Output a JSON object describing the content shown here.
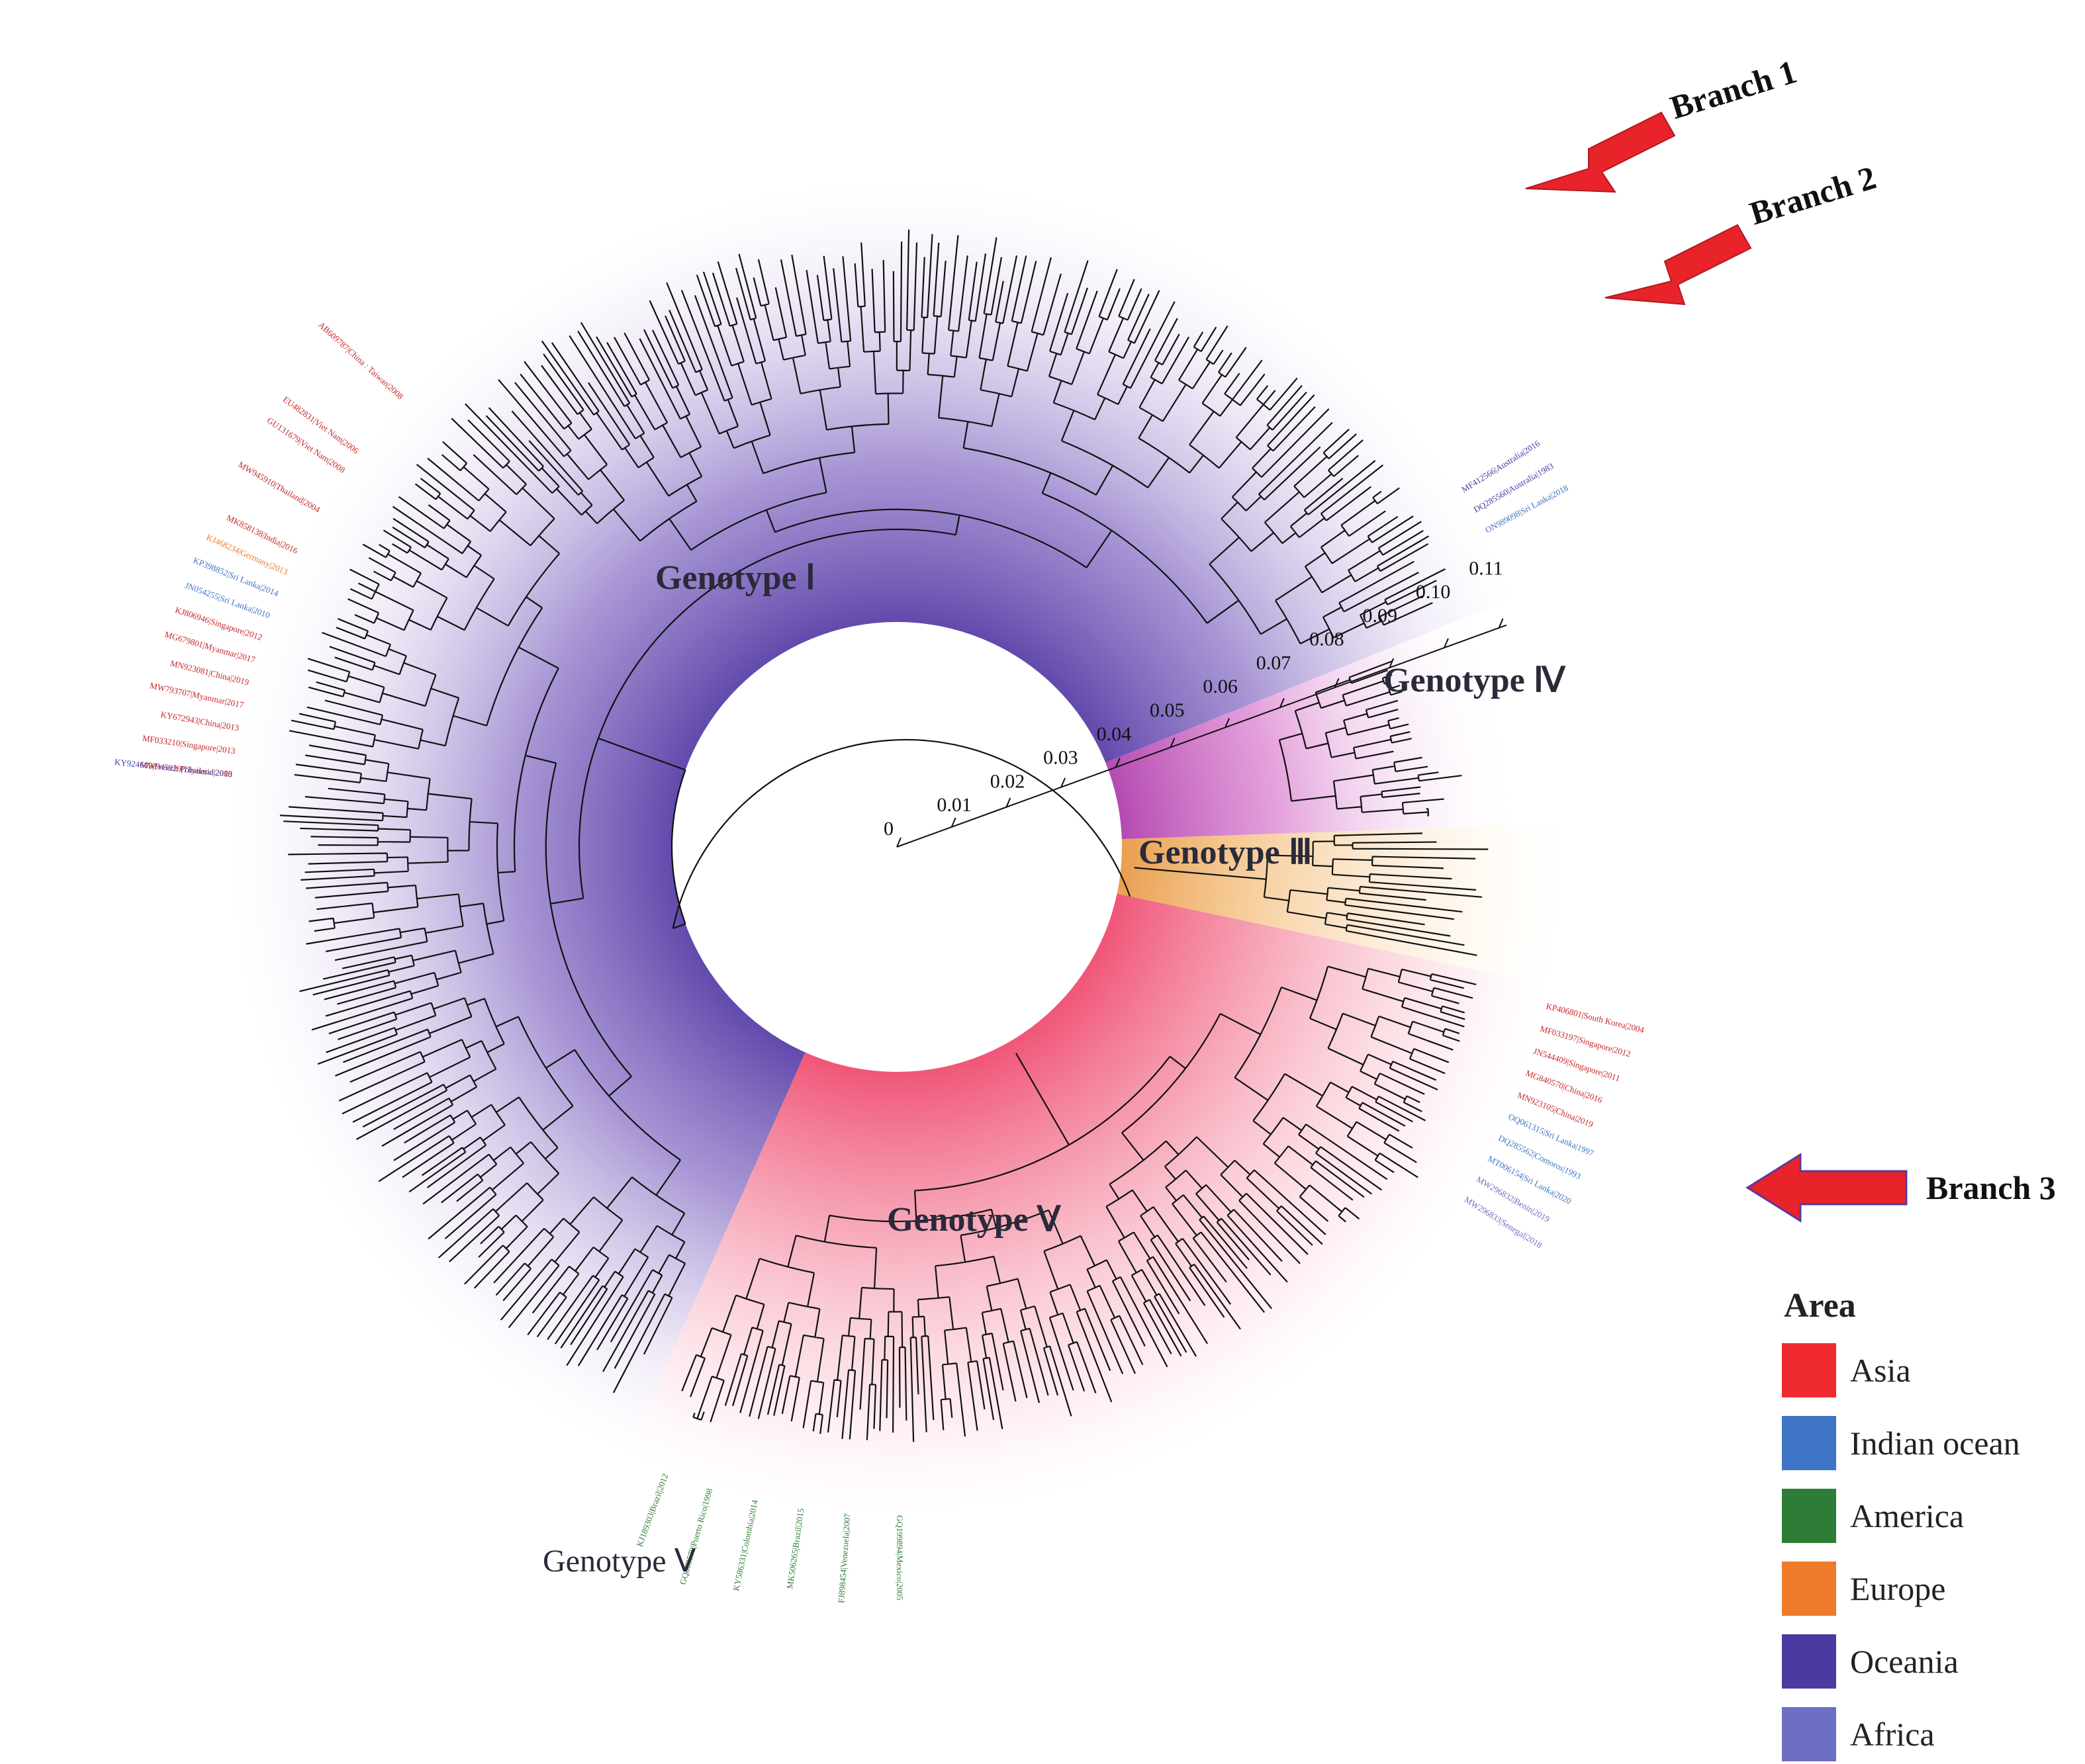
{
  "genotypes": [
    {
      "label": "Genotype Ⅰ"
    },
    {
      "label": "Genotype Ⅳ"
    },
    {
      "label": "Genotype Ⅲ"
    },
    {
      "label": "Genotype Ⅴ"
    },
    {
      "label": "Genotype Ⅴ"
    }
  ],
  "branches": [
    {
      "label": "Branch 1"
    },
    {
      "label": "Branch 2"
    },
    {
      "label": "Branch 3"
    }
  ],
  "scale_ticks": [
    "0",
    "0.01",
    "0.02",
    "0.03",
    "0.04",
    "0.05",
    "0.06",
    "0.07",
    "0.08",
    "0.09",
    "0.10",
    "0.11"
  ],
  "legend": {
    "title": "Area",
    "items": [
      {
        "label": "Asia",
        "color": "#ee2a2e"
      },
      {
        "label": "Indian ocean",
        "color": "#3f73c6"
      },
      {
        "label": "America",
        "color": "#2e7d36"
      },
      {
        "label": "Europe",
        "color": "#ee7a2a"
      },
      {
        "label": "Oceania",
        "color": "#4a3aa0"
      },
      {
        "label": "Africa",
        "color": "#6c6fc4"
      }
    ]
  },
  "sample_tip_labels": [
    {
      "text": "MW945929|Thailand|2006",
      "color": "#c62828"
    },
    {
      "text": "MF033210|Singapore|2013",
      "color": "#c62828"
    },
    {
      "text": "KY672943|China|2013",
      "color": "#c62828"
    },
    {
      "text": "MW793707|Myanmar|2017",
      "color": "#c62828"
    },
    {
      "text": "MN923081|China|2019",
      "color": "#c62828"
    },
    {
      "text": "MG679801|Myanmar|2017",
      "color": "#c62828"
    },
    {
      "text": "KJ806946|Singapore|2012",
      "color": "#c62828"
    },
    {
      "text": "JN054255|Sri Lanka|2010",
      "color": "#3f73c6"
    },
    {
      "text": "KP398852|Sri Lanka|2014",
      "color": "#3f73c6"
    },
    {
      "text": "KJ468234|Germany|2013",
      "color": "#ee7a2a"
    },
    {
      "text": "MK858138|India|2016",
      "color": "#c62828"
    },
    {
      "text": "MW945910|Thailand|2004",
      "color": "#c62828"
    },
    {
      "text": "GU131679|Viet Nam|2008",
      "color": "#c62828"
    },
    {
      "text": "EU482831|Viet Nam|2006",
      "color": "#c62828"
    },
    {
      "text": "AB609787|China : Taiwan|2008",
      "color": "#c62828"
    },
    {
      "text": "KJ189303|Brazil|2012",
      "color": "#2e7d36"
    },
    {
      "text": "GQ868570|Puerto Rico|1998",
      "color": "#2e7d36"
    },
    {
      "text": "KY586331|Colombia|2014",
      "color": "#2e7d36"
    },
    {
      "text": "MK506265|Brazil|2015",
      "color": "#2e7d36"
    },
    {
      "text": "FJ898454|Venezuela|2007",
      "color": "#2e7d36"
    },
    {
      "text": "GQ199894|Mexico|2005",
      "color": "#2e7d36"
    },
    {
      "text": "KP406801|South Korea|2004",
      "color": "#c62828"
    },
    {
      "text": "MF033197|Singapore|2012",
      "color": "#c62828"
    },
    {
      "text": "JN544409|Singapore|2011",
      "color": "#c62828"
    },
    {
      "text": "MG840570|China|2016",
      "color": "#c62828"
    },
    {
      "text": "MN923105|China|2019",
      "color": "#c62828"
    },
    {
      "text": "OQ061315|Sri Lanka|1997",
      "color": "#3f73c6"
    },
    {
      "text": "DQ285562|Comoros|1993",
      "color": "#3f73c6"
    },
    {
      "text": "MT006154|Sri Lanka|2020",
      "color": "#3f73c6"
    },
    {
      "text": "MW296832|Benin|2019",
      "color": "#6c6fc4"
    },
    {
      "text": "MW296833|Senegal|2018",
      "color": "#6c6fc4"
    },
    {
      "text": "ON989098|Sri Lanka|2018",
      "color": "#3f73c6"
    },
    {
      "text": "DQ285560|Australia|1983",
      "color": "#4a3aa0"
    },
    {
      "text": "MF412566|Australia|2016",
      "color": "#4a3aa0"
    },
    {
      "text": "KY924605|French Polynesia|2013",
      "color": "#4a3aa0"
    }
  ]
}
